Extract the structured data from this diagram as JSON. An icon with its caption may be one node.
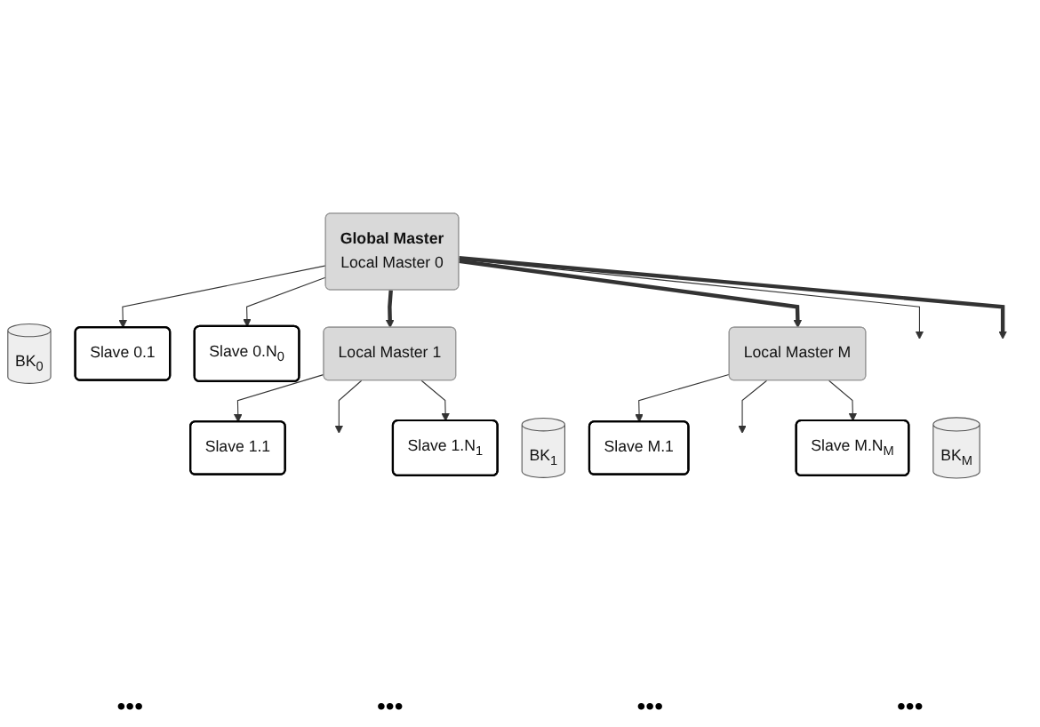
{
  "diagram": {
    "nodes": [
      {
        "text": [
          "Global Master",
          "Local Master 0"
        ]
      },
      {
        "text": [
          "BK$_{0}$"
        ]
      },
      {
        "text": [
          "Slave 0.1"
        ]
      },
      {
        "text": [
          "Slave 0.N$_{0}$"
        ]
      },
      {
        "text": [
          "Local Master 1"
        ]
      },
      {
        "text": [
          "BK$_{1}$"
        ]
      },
      {
        "text": [
          "Local Master M"
        ]
      },
      {
        "text": [
          "BK$_{M}$"
        ]
      },
      {
        "text": [
          "Slave 1.1"
        ]
      },
      {
        "text": [
          "Slave 1.N$_{1}$"
        ]
      },
      {
        "text": [
          "Slave M.1"
        ]
      },
      {
        "text": [
          "Slave M.N$_{M}$"
        ]
      }
    ],
    "edges": [
      {
        "from": 0,
        "to": 2,
        "arrow": "to"
      },
      {
        "from": 0,
        "to": null,
        "arrow": "to"
      },
      {
        "from": 0,
        "to": 3,
        "arrow": "to"
      },
      {
        "from": 0,
        "to": 4,
        "arrow": "to",
        "style": "thick"
      },
      {
        "from": 0,
        "to": null,
        "arrow": "to",
        "style": "thick"
      },
      {
        "from": 0,
        "to": 6,
        "arrow": "to",
        "style": "thick"
      },
      {
        "from": 4,
        "to": 8,
        "arrow": "to"
      },
      {
        "from": 4,
        "to": null,
        "arrow": "to"
      },
      {
        "from": 4,
        "to": 9,
        "arrow": "to"
      },
      {
        "from": 6,
        "to": 10,
        "arrow": "to"
      },
      {
        "from": 6,
        "to": null,
        "arrow": "to"
      },
      {
        "from": 6,
        "to": 11,
        "arrow": "to"
      }
    ],
    "labels": [
      "•••",
      "•••",
      "•••",
      "•••"
    ]
  }
}
